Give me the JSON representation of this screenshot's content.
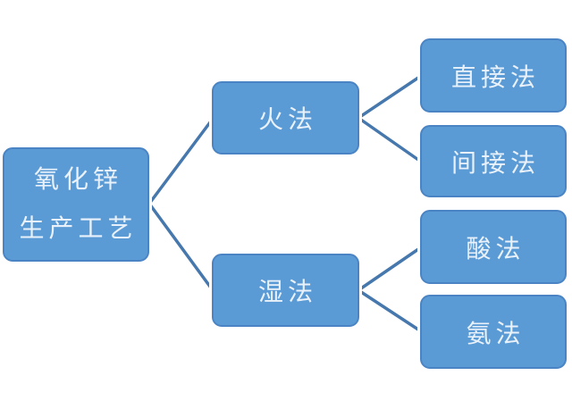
{
  "nodes": {
    "root": {
      "line1": "氧化锌",
      "line2": "生产工艺"
    },
    "branches": [
      {
        "label": "火法"
      },
      {
        "label": "湿法"
      }
    ],
    "leaves": [
      {
        "label": "直接法"
      },
      {
        "label": "间接法"
      },
      {
        "label": "酸法"
      },
      {
        "label": "氨法"
      }
    ]
  },
  "colors": {
    "node_fill": "#5b9bd5",
    "node_border": "#4a84c4",
    "node_ring": "#ffffff",
    "connector": "#4678ad",
    "text": "#e9f1fa",
    "background": "#ffffff"
  }
}
